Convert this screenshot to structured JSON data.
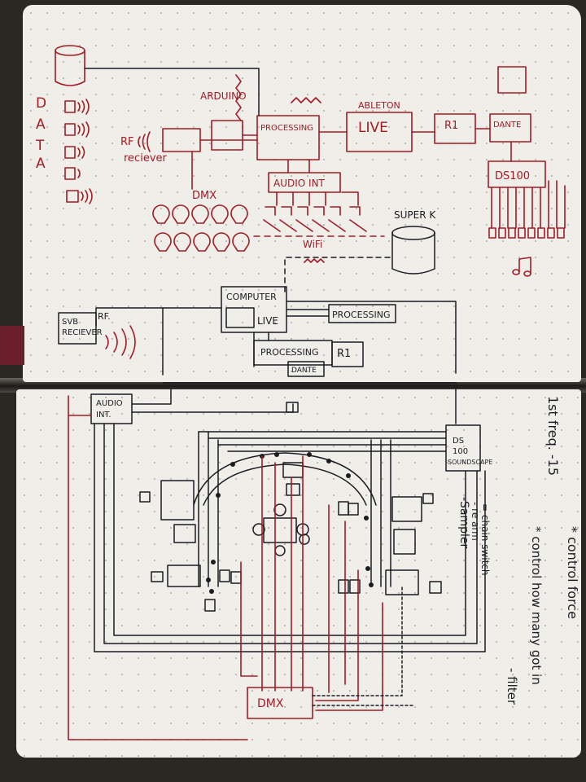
{
  "colors": {
    "ink_red": "#a31b25",
    "ink_black": "#1c1c22",
    "paper": "#efeee9"
  },
  "top_sketch": {
    "data_letters": [
      "D",
      "A",
      "T",
      "A"
    ],
    "arduino": "ARDUINO",
    "rf_receiver": "RF",
    "rf_receiver_sub": "reciever",
    "processing": "PROCESSING",
    "ableton_top": "ABLETON",
    "ableton_live": "LIVE",
    "r1": "R1",
    "dante": "DANTE",
    "ds100": "DS100",
    "dmx": "DMX",
    "audio_int": "AUDIO INT",
    "wifi": "WiFi",
    "super_k": "SUPER K",
    "computer": "COMPUTER",
    "live": "LIVE",
    "processing_comp": "PROCESSING",
    "processing_r1": "PROCESSING",
    "r1_small": "R1",
    "dante_small": "DANTE",
    "svb_line1": "SVB",
    "svb_line2": "RECIEVER",
    "rf_label": "RF."
  },
  "bottom_sketch": {
    "audio_int_line1": "AUDIO",
    "audio_int_line2": "INT.",
    "ds_line1": "DS",
    "ds_line2": "100",
    "soundscape": "SOUNDSCAPE",
    "dmx": "DMX",
    "notes_sampler": "-Sampler",
    "notes_re_arm": "- re arm",
    "notes_chain": "= chain switch",
    "notes_freq": "1st freq. -15",
    "notes_control_force": "* control force",
    "notes_control_many": "* control how many got in",
    "notes_filter": "- filter"
  }
}
